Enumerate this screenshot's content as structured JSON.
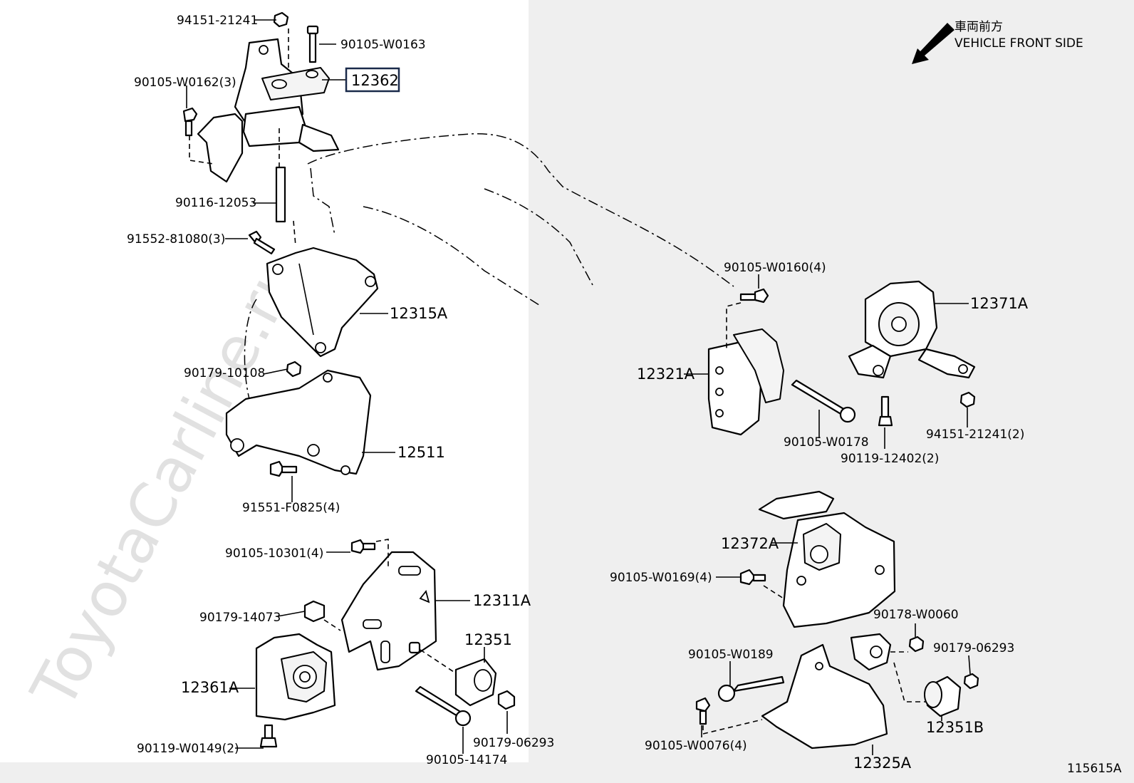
{
  "orientation": {
    "jp": "車両前方",
    "en": "VEHICLE FRONT SIDE"
  },
  "watermark": "ToyotaCarline.ru",
  "figure_id": "115615A",
  "highlighted_part": "12362",
  "labels": {
    "p94151_21241_top": "94151-21241",
    "p90105_W0163": "90105-W0163",
    "p90105_W0162": "90105-W0162(3)",
    "p12362": "12362",
    "p90116_12053": "90116-12053",
    "p91552_81080": "91552-81080(3)",
    "p12315A": "12315A",
    "p90179_10108": "90179-10108",
    "p12511": "12511",
    "p91551_F0825": "91551-F0825(4)",
    "p90105_10301": "90105-10301(4)",
    "p12311A": "12311A",
    "p90179_14073": "90179-14073",
    "p12351": "12351",
    "p12361A": "12361A",
    "p90119_W0149": "90119-W0149(2)",
    "p90179_06293_left": "90179-06293",
    "p90105_14174": "90105-14174",
    "p90105_W0160": "90105-W0160(4)",
    "p12371A": "12371A",
    "p12321A": "12321A",
    "p90105_W0178": "90105-W0178",
    "p90119_12402": "90119-12402(2)",
    "p94151_21241_right": "94151-21241(2)",
    "p12372A": "12372A",
    "p90105_W0169": "90105-W0169(4)",
    "p90178_W0060": "90178-W0060",
    "p90105_W0189": "90105-W0189",
    "p90179_06293_right": "90179-06293",
    "p90105_W0076": "90105-W0076(4)",
    "p12351B": "12351B",
    "p12325A": "12325A"
  }
}
